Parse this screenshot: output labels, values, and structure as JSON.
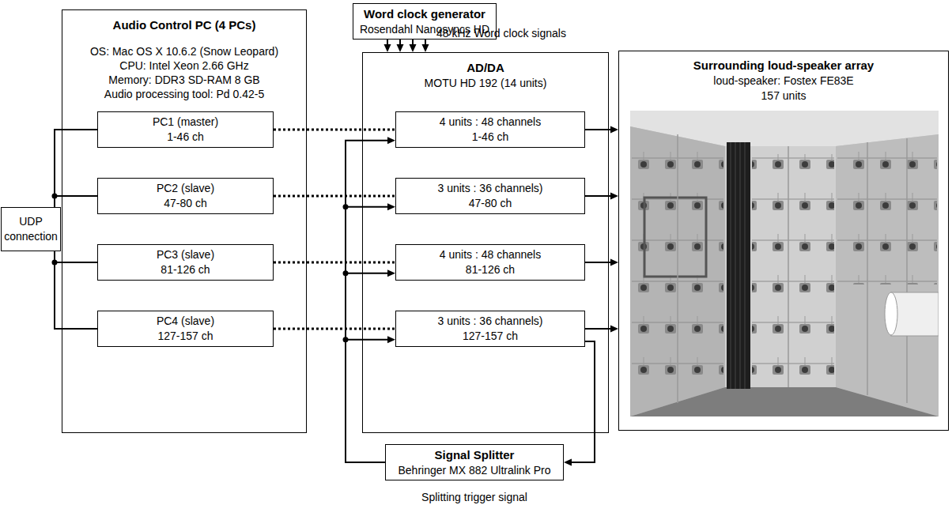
{
  "diagram": {
    "nodes": [
      {
        "text": [
          "Audio Control PC (4 PCs)",
          "OS: Mac OS X 10.6.2 (Snow Leopard)",
          "CPU: Intel Xeon 2.66 GHz",
          "Memory: DDR3 SD-RAM 8 GB",
          "Audio processing tool: Pd 0.42-5"
        ]
      },
      {
        "text": [
          "PC1 (master)",
          "1-46 ch"
        ],
        "in": 0
      },
      {
        "text": [
          "PC2 (slave)",
          "47-80 ch"
        ],
        "in": 0
      },
      {
        "text": [
          "PC3 (slave)",
          "81-126 ch"
        ],
        "in": 0
      },
      {
        "text": [
          "PC4 (slave)",
          "127-157 ch"
        ],
        "in": 0
      },
      {
        "text": [
          "UDP connection"
        ]
      },
      {
        "text": [
          "Word clock generator",
          "Rosendahl Nanosyncs HD"
        ]
      },
      {
        "text": [
          "AD/DA",
          "MOTU HD 192 (14 units)"
        ]
      },
      {
        "text": [
          "4 units : 48 channels",
          "1-46 ch"
        ],
        "in": 7
      },
      {
        "text": [
          "3 units : 36 channels)",
          "47-80 ch"
        ],
        "in": 7
      },
      {
        "text": [
          "4 units : 48 channels",
          "81-126 ch"
        ],
        "in": 7
      },
      {
        "text": [
          "3 units : 36 channels)",
          "127-157 ch"
        ],
        "in": 7
      },
      {
        "text": [
          "Signal Splitter",
          "Behringer MX 882 Ultralink Pro"
        ]
      },
      {
        "text": [
          "Surrounding loud-speaker array",
          "loud-speaker: Fostex FE83E",
          "157 units"
        ]
      }
    ],
    "edges": [
      {
        "from": 5,
        "to": 1,
        "arrow": "none"
      },
      {
        "from": 5,
        "to": 2,
        "arrow": "none"
      },
      {
        "from": 5,
        "to": 3,
        "arrow": "none"
      },
      {
        "from": 5,
        "to": 4,
        "arrow": "none"
      },
      {
        "from": 1,
        "to": 8,
        "arrow": "none"
      },
      {
        "from": 2,
        "to": 9,
        "arrow": "none"
      },
      {
        "from": 3,
        "to": 10,
        "arrow": "none"
      },
      {
        "from": 4,
        "to": 11,
        "arrow": "none"
      },
      {
        "from": 6,
        "to": 7,
        "arrow": "to"
      },
      {
        "from": 6,
        "to": 7,
        "arrow": "to"
      },
      {
        "from": 6,
        "to": 7,
        "arrow": "to"
      },
      {
        "from": 6,
        "to": 7,
        "arrow": "to"
      },
      {
        "from": 8,
        "to": 13,
        "arrow": "to"
      },
      {
        "from": 9,
        "to": 13,
        "arrow": "to"
      },
      {
        "from": 10,
        "to": 13,
        "arrow": "to"
      },
      {
        "from": 11,
        "to": 13,
        "arrow": "to"
      },
      {
        "from": 11,
        "to": 12,
        "arrow": "to"
      },
      {
        "from": 12,
        "to": 8,
        "arrow": "to"
      },
      {
        "from": 12,
        "to": 9,
        "arrow": "to"
      },
      {
        "from": 12,
        "to": 10,
        "arrow": "to"
      },
      {
        "from": 12,
        "to": 11,
        "arrow": "to"
      }
    ],
    "labels": [
      "48 kHz Word clock signals",
      "Splitting trigger signal"
    ]
  }
}
